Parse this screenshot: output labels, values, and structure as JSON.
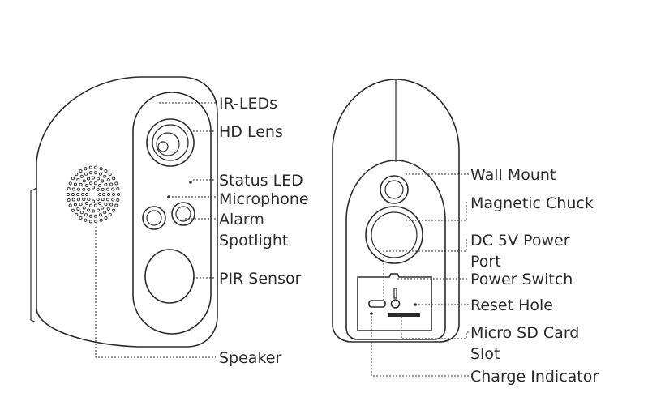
{
  "labels": {
    "front": {
      "ir_leds": "IR-LEDs",
      "hd_lens": "HD Lens",
      "status_led": "Status LED",
      "microphone": "Microphone",
      "alarm_spotlight_line1": "Alarm",
      "alarm_spotlight_line2": "Spotlight",
      "pir_sensor": "PIR Sensor",
      "speaker": "Speaker"
    },
    "back": {
      "wall_mount": "Wall Mount",
      "magnetic_chuck": "Magnetic Chuck",
      "dc_power_line1": "DC 5V Power",
      "dc_power_line2": "Port",
      "power_switch": "Power Switch",
      "reset_hole": "Reset Hole",
      "sd_slot_line1": "Micro SD Card",
      "sd_slot_line2": "Slot",
      "charge_indicator": "Charge Indicator"
    }
  }
}
